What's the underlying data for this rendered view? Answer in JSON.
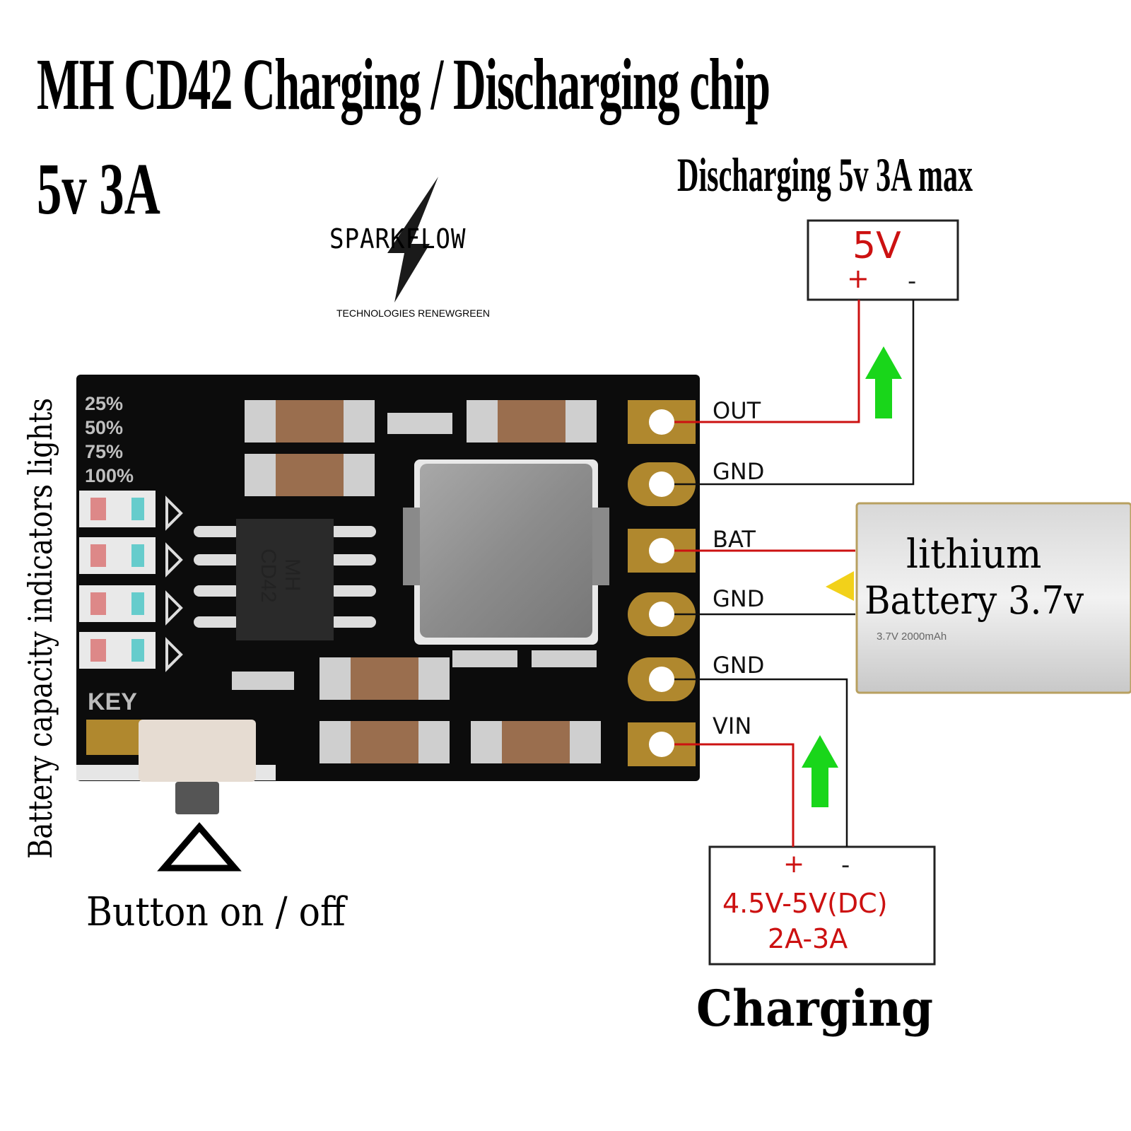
{
  "title": "MH CD42 Charging / Discharging chip",
  "subtitle": "5v 3A",
  "discharge_label": "Discharging 5v 3A max",
  "logo": {
    "name": "SPARKFLOW",
    "tagline": "TECHNOLOGIES RENEWGREEN"
  },
  "side_label": "Battery capacity indicators lights",
  "indicator_levels": [
    "25%",
    "50%",
    "75%",
    "100%"
  ],
  "key_label": "KEY",
  "chip_marking": [
    "MH",
    "CD42"
  ],
  "pins": [
    "OUT",
    "GND",
    "BAT",
    "GND",
    "GND",
    "VIN"
  ],
  "output_box": {
    "voltage": "5V",
    "plus": "+",
    "minus": "-"
  },
  "input_box": {
    "plus": "+",
    "minus": "-",
    "voltage": "4.5V-5V(DC)",
    "current": "2A-3A"
  },
  "battery": {
    "name": "lithium",
    "voltage": "Battery 3.7v",
    "print": "3.7V  2000mAh"
  },
  "button_label": "Button on / off",
  "charging_label": "Charging",
  "colors": {
    "wire_red": "#cc1111",
    "arrow_green": "#19d61a",
    "board": "#0c0c0c",
    "pad_gold": "#b0882e",
    "capacitor": "#9a6e4e"
  }
}
